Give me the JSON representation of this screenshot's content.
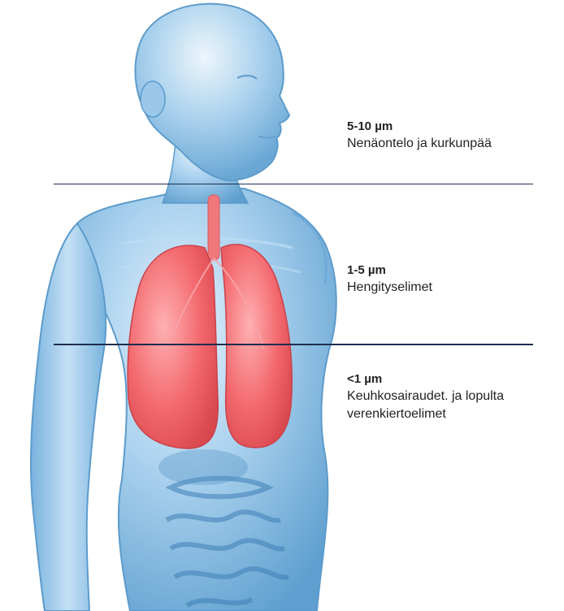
{
  "illustration": {
    "subject-icon": "human-torso-with-lungs",
    "colors": {
      "body": "#7fb8e0",
      "body_light": "#cfe5f5",
      "lungs": "#ee5a60",
      "organs": "#4f8fc4"
    }
  },
  "divider_color": "#1f2d4f",
  "zones": [
    {
      "size": "5-10 µm",
      "region": "Nenäontelo ja kurkunpää"
    },
    {
      "size": "1-5 µm",
      "region": "Hengityselimet"
    },
    {
      "size": "<1 µm",
      "region": "Keuhkosairaudet. ja lopulta\nverenkiertoelimet"
    }
  ]
}
